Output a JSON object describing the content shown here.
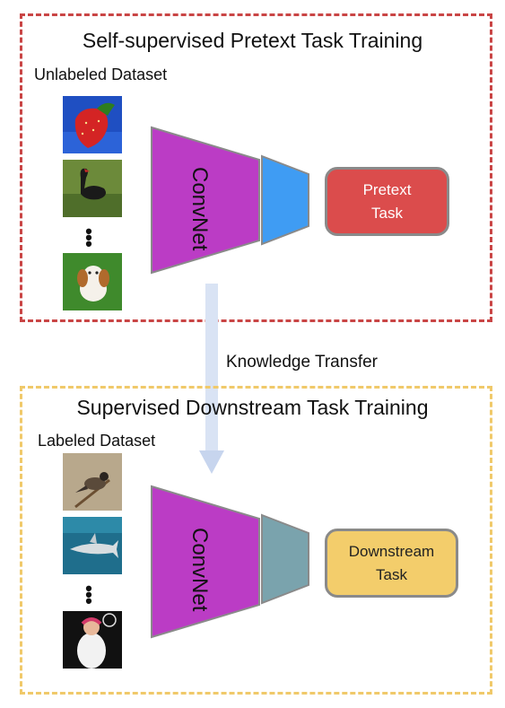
{
  "top": {
    "title": "Self-supervised Pretext Task Training",
    "dataset_label": "Unlabeled Dataset",
    "images": [
      "strawberry",
      "black-swan",
      "dog"
    ],
    "dots": "•\n•\n•",
    "convnet_label": "ConvNet",
    "task_label_line1": "Pretext",
    "task_label_line2": "Task",
    "colors": {
      "border": "#c94545",
      "convnet": "#bb3cc5",
      "head": "#3f9cf3",
      "task": "#db4c4c"
    }
  },
  "transfer": {
    "label": "Knowledge Transfer",
    "color": "#d9e3f4"
  },
  "bottom": {
    "title": "Supervised Downstream Task Training",
    "dataset_label": "Labeled Dataset",
    "images": [
      "bird",
      "shark",
      "tennis-player"
    ],
    "dots": "•\n•\n•",
    "convnet_label": "ConvNet",
    "task_label_line1": "Downstream",
    "task_label_line2": "Task",
    "colors": {
      "border": "#f0c96a",
      "convnet": "#bb3cc5",
      "head": "#7aa3ad",
      "task": "#f3cd6b"
    }
  }
}
